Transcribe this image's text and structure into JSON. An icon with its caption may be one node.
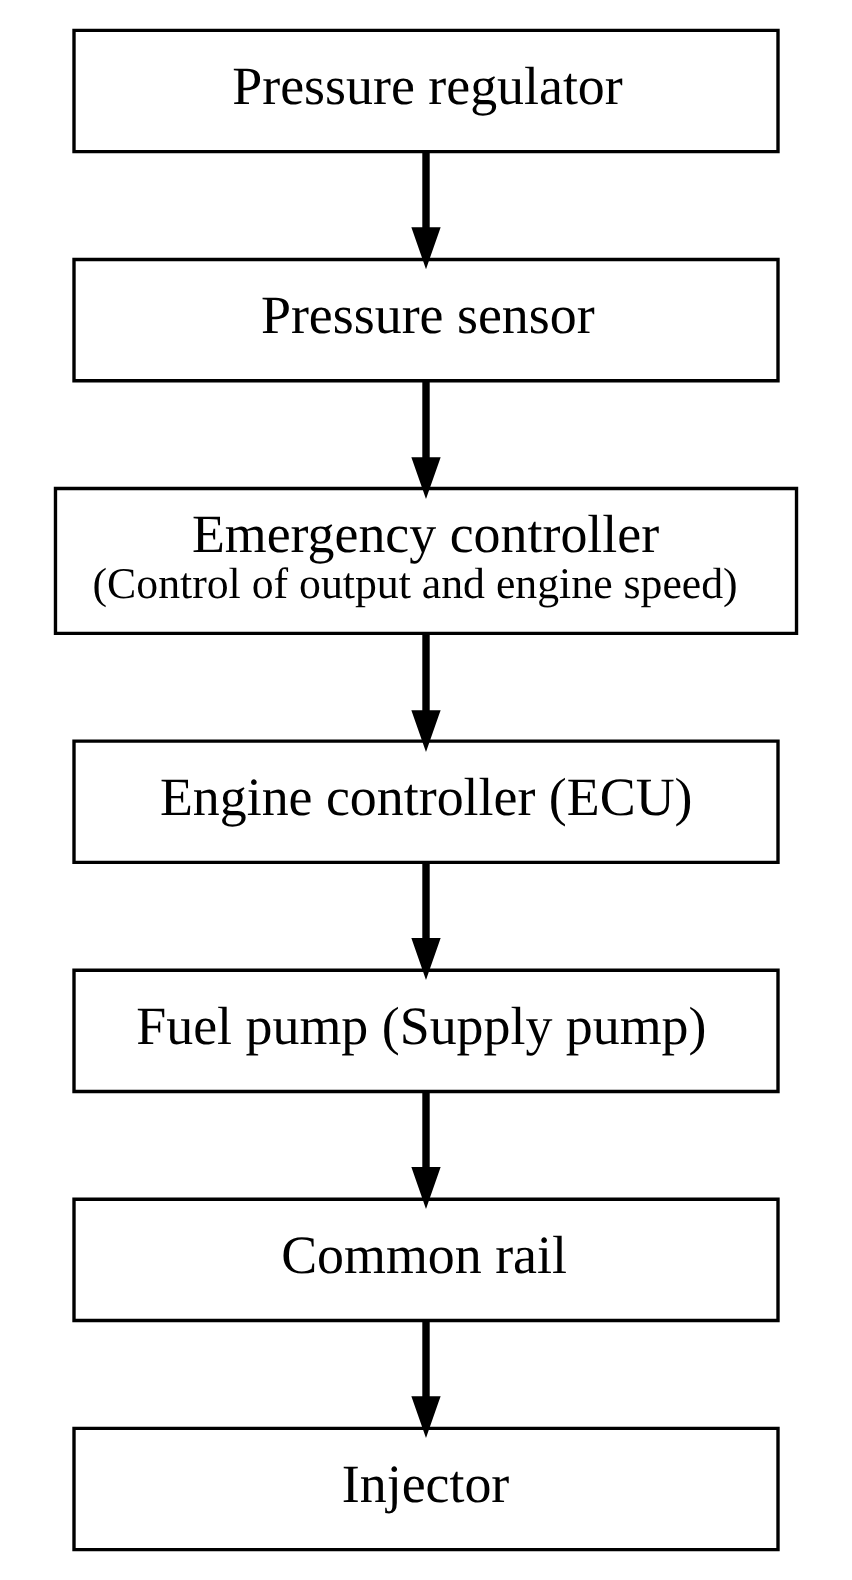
{
  "diagram": {
    "nodes": [
      {
        "text": [
          "Pressure regulator"
        ]
      },
      {
        "text": [
          "Pressure sensor"
        ]
      },
      {
        "text": [
          "Emergency controller",
          "(Control of output and engine speed)"
        ]
      },
      {
        "text": [
          "Engine controller (ECU)"
        ]
      },
      {
        "text": [
          "Fuel pump (Supply pump)"
        ]
      },
      {
        "text": [
          "Common rail"
        ]
      },
      {
        "text": [
          "Injector"
        ]
      }
    ],
    "edges": [
      {
        "from": 0,
        "to": 1,
        "arrow": "to"
      },
      {
        "from": 1,
        "to": 2,
        "arrow": "to"
      },
      {
        "from": 2,
        "to": 3,
        "arrow": "to"
      },
      {
        "from": 3,
        "to": 4,
        "arrow": "to"
      },
      {
        "from": 4,
        "to": 5,
        "arrow": "to"
      },
      {
        "from": 5,
        "to": 6,
        "arrow": "to"
      }
    ]
  }
}
